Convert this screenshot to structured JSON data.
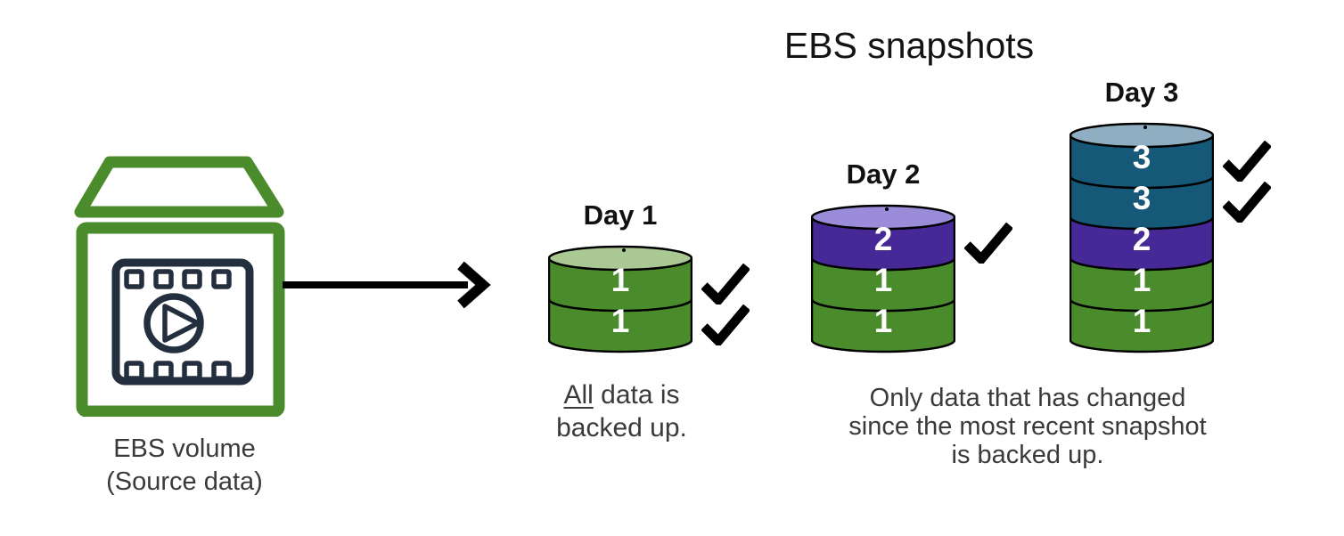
{
  "title": "EBS snapshots",
  "source": {
    "icon": "ebs-volume-icon",
    "label_lines": [
      "EBS volume",
      "(Source data)"
    ]
  },
  "colors": {
    "green": "#4A8B2C",
    "green_light": "#A9C894",
    "purple": "#462896",
    "purple_light": "#9B8CD9",
    "teal": "#155878",
    "teal_light": "#8FAEC1",
    "outline": "#000000",
    "segment_text": "#FFFFFF",
    "check": "#000000",
    "arrow": "#000000",
    "icon_green": "#4A8B2C",
    "icon_navy": "#232F3E",
    "heading_text": "#141414",
    "caption_text": "#3A3A3A"
  },
  "days": [
    {
      "label": "Day 1",
      "segments": [
        {
          "value": "1",
          "color": "green"
        },
        {
          "value": "1",
          "color": "green"
        }
      ],
      "checkmark_segments": [
        0,
        1
      ]
    },
    {
      "label": "Day 2",
      "segments": [
        {
          "value": "2",
          "color": "purple"
        },
        {
          "value": "1",
          "color": "green"
        },
        {
          "value": "1",
          "color": "green"
        }
      ],
      "checkmark_segments": [
        0
      ]
    },
    {
      "label": "Day 3",
      "segments": [
        {
          "value": "3",
          "color": "teal"
        },
        {
          "value": "3",
          "color": "teal"
        },
        {
          "value": "2",
          "color": "purple"
        },
        {
          "value": "1",
          "color": "green"
        },
        {
          "value": "1",
          "color": "green"
        }
      ],
      "checkmark_segments": [
        0,
        1
      ]
    }
  ],
  "captions": {
    "day1": {
      "line1_underlined": "All",
      "line1_rest": " data is",
      "line2": "backed up."
    },
    "incremental_lines": [
      "Only data that has changed",
      "since the most recent snapshot",
      "is backed up."
    ]
  }
}
